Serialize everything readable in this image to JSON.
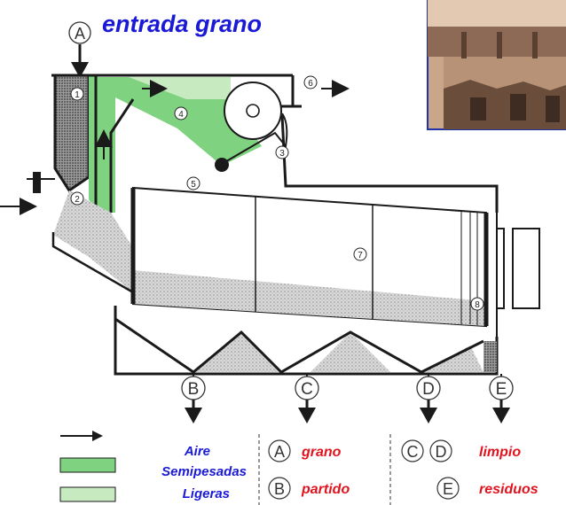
{
  "title": "entrada grano",
  "title_marker": "A",
  "outlets": [
    "B",
    "C",
    "D",
    "E"
  ],
  "parts": [
    "1",
    "2",
    "3",
    "4",
    "5",
    "6",
    "7",
    "8"
  ],
  "legend": {
    "symbols": [
      {
        "label": "Aire"
      },
      {
        "label": "Semipesadas"
      },
      {
        "label": "Ligeras"
      }
    ],
    "outlet_key": [
      {
        "markers": [
          "A"
        ],
        "label": "grano"
      },
      {
        "markers": [
          "B"
        ],
        "label": "partido"
      },
      {
        "markers": [
          "C",
          "D"
        ],
        "label": "limpio"
      },
      {
        "markers": [
          "E"
        ],
        "label": "residuos"
      }
    ]
  },
  "colors": {
    "title": "#1a1ad6",
    "legend_blue": "#1a1ad6",
    "legend_red": "#e0141e",
    "semipesadas": "#7fd27f",
    "ligeras": "#c7eac0",
    "grain": "#cfcfcf",
    "outline": "#1a1a1a"
  }
}
